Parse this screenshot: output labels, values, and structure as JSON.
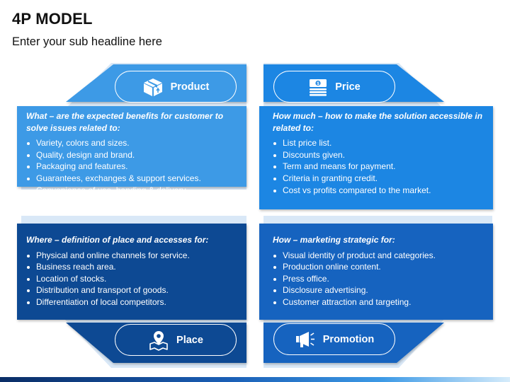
{
  "title": "4P MODEL",
  "subtitle": "Enter your sub headline here",
  "colors": {
    "product": "#3d9ae6",
    "price": "#1f86e3",
    "place": "#0f4a93",
    "promotion": "#1564bf"
  },
  "product": {
    "label": "Product",
    "icon": "box-icon",
    "heading": "What – are the expected benefits for customer to solve issues related to:",
    "items": [
      "Variety, colors and sizes.",
      "Quality, design and brand.",
      "Packaging and features.",
      "Guarantees, exchanges & support services.",
      "Convenience of use, handing & delivery."
    ]
  },
  "price": {
    "label": "Price",
    "icon": "money-icon",
    "heading": "How much – how to make the solution accessible in related to:",
    "items": [
      "List price list.",
      "Discounts given.",
      "Term and means for payment.",
      "Criteria in granting credit.",
      "Cost vs profits compared to the market."
    ]
  },
  "place": {
    "label": "Place",
    "icon": "location-map-icon",
    "heading": "Where – definition of place and accesses for:",
    "items": [
      "Physical and online channels for service.",
      "Business reach area.",
      "Location of stocks.",
      "Distribution and transport of goods.",
      "Differentiation of local competitors."
    ]
  },
  "promotion": {
    "label": "Promotion",
    "icon": "megaphone-icon",
    "heading": "How – marketing strategic for:",
    "items": [
      "Visual identity of product and categories.",
      "Production online content.",
      "Press office.",
      "Disclosure advertising.",
      "Customer attraction and targeting."
    ]
  }
}
